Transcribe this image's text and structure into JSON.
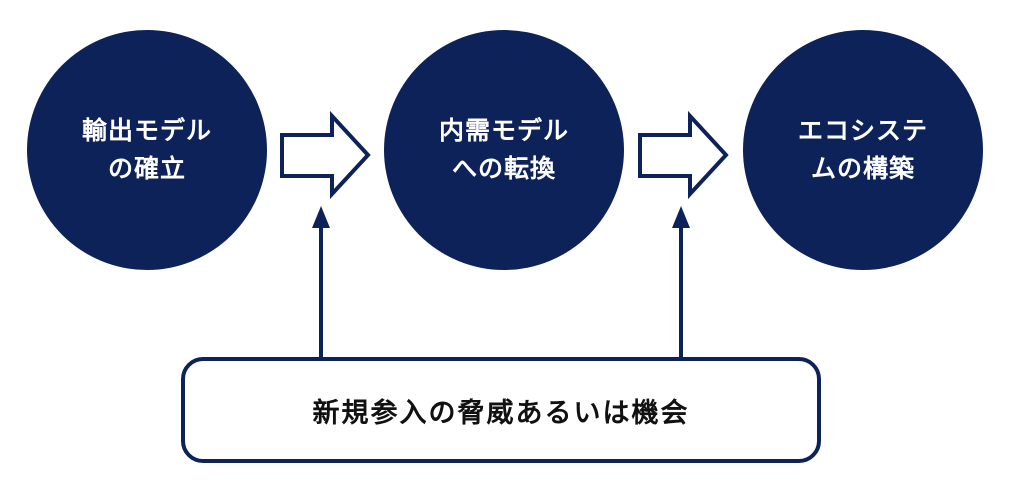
{
  "diagram": {
    "stages": [
      {
        "label": "輸出モデル\nの確立"
      },
      {
        "label": "内需モデル\nへの転換"
      },
      {
        "label": "エコシステ\nムの構築"
      }
    ],
    "trigger": {
      "label": "新規参入の脅威あるいは機会"
    },
    "colors": {
      "primary": "#0e225a",
      "background": "#ffffff",
      "text_dark": "#111111"
    },
    "icons": [
      "right-arrow-icon",
      "up-arrow-icon"
    ]
  }
}
